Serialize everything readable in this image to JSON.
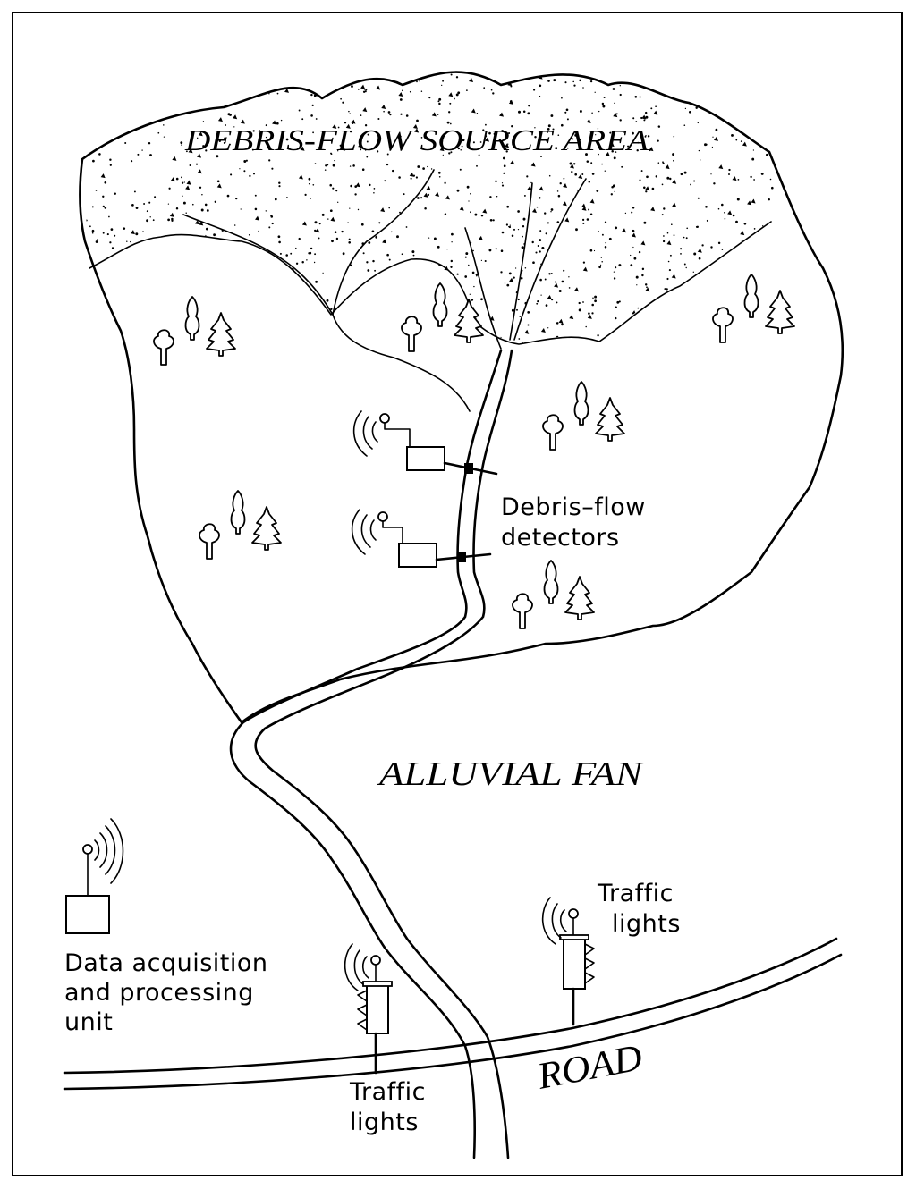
{
  "labels": {
    "source_area": "DEBRIS-FLOW SOURCE AREA",
    "alluvial_fan": "ALLUVIAL FAN",
    "road": "ROAD",
    "detectors_line1": "Debris–flow",
    "detectors_line2": "detectors",
    "daq_line1": "Data acquisition",
    "daq_line2": "and processing",
    "daq_line3": "unit",
    "traffic_right_line1": "Traffic",
    "traffic_right_line2": "lights",
    "traffic_left_line1": "Traffic",
    "traffic_left_line2": "lights"
  },
  "colors": {
    "ink": "#000000",
    "paper": "#ffffff"
  }
}
